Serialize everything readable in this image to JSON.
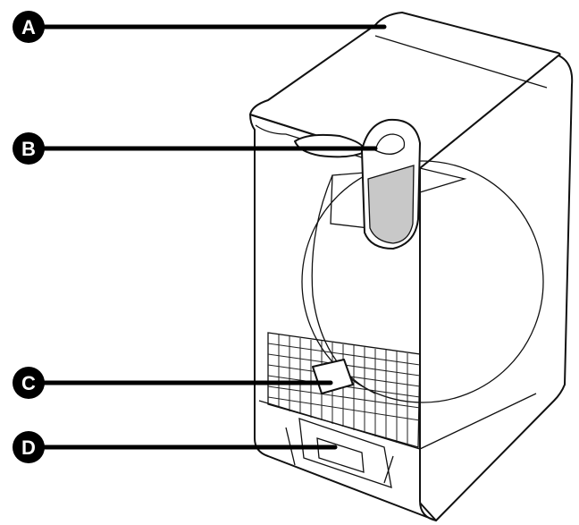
{
  "callouts": [
    {
      "id": "a",
      "letter": "A"
    },
    {
      "id": "b",
      "letter": "B"
    },
    {
      "id": "c",
      "letter": "C"
    },
    {
      "id": "d",
      "letter": "D"
    }
  ],
  "colors": {
    "stroke": "#111111",
    "callout": "#000000",
    "handle_fill": "#c8c8c8",
    "background": "#ffffff"
  }
}
